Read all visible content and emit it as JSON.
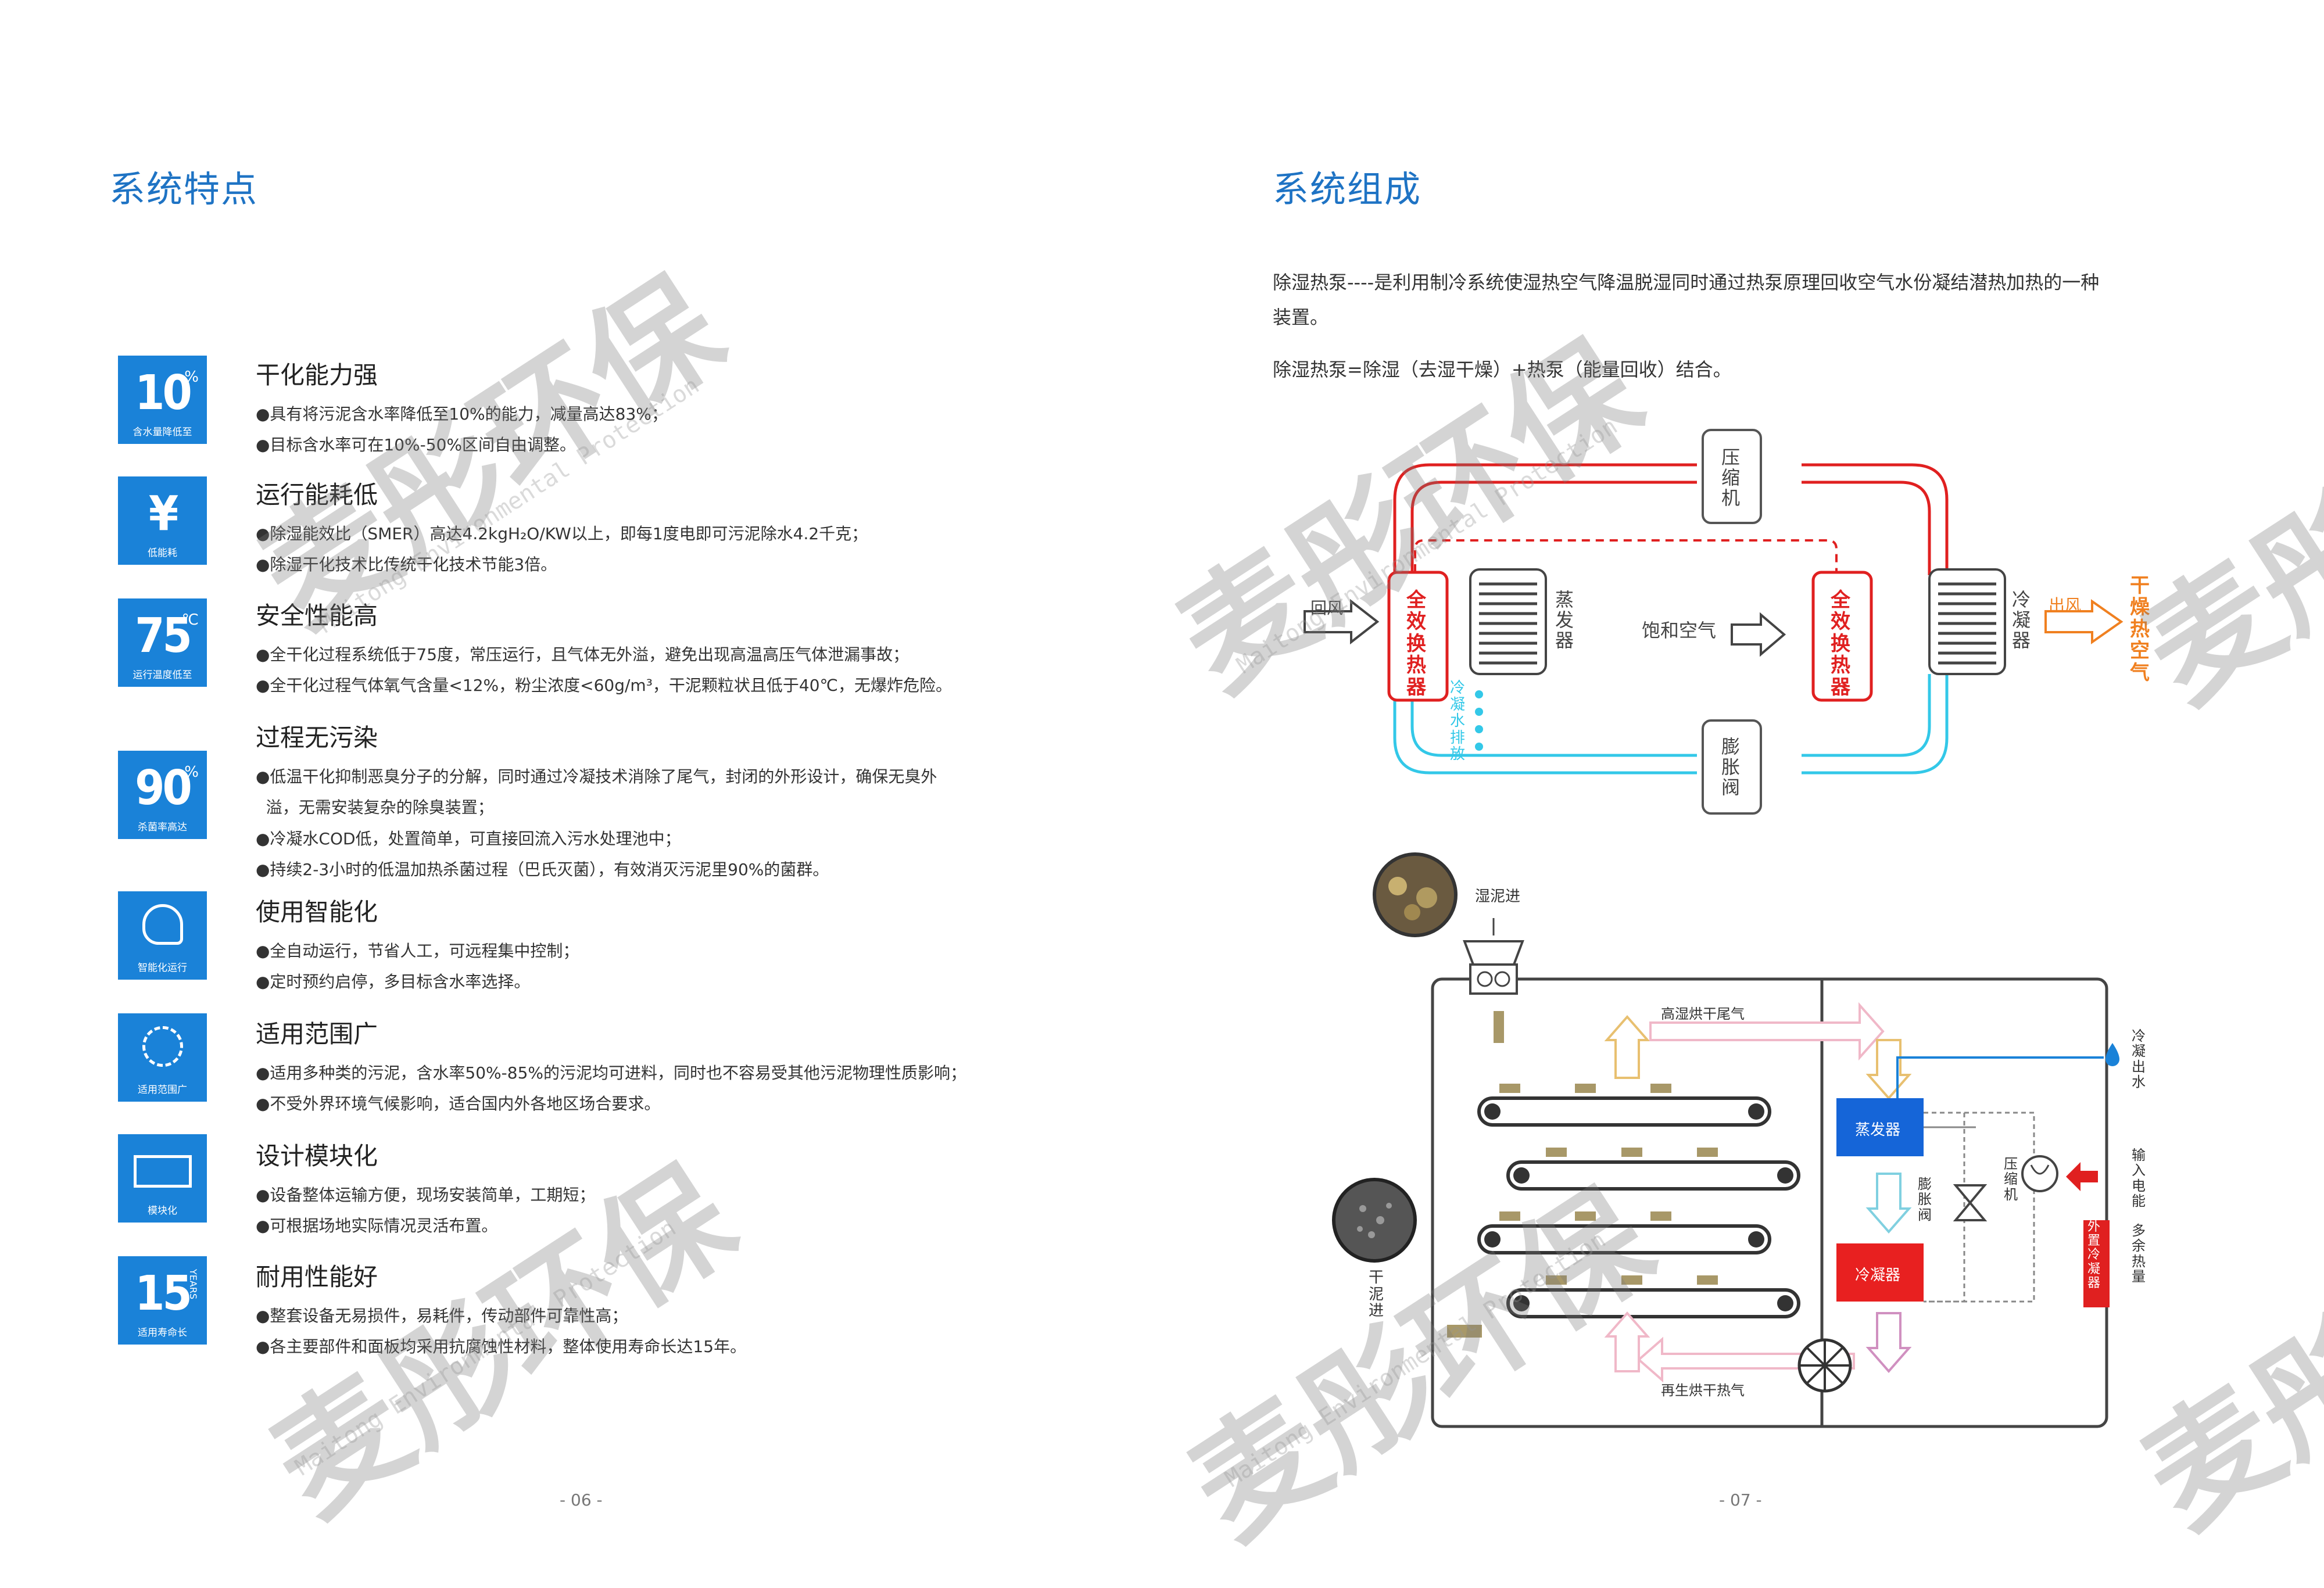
{
  "left": {
    "title": "系统特点",
    "page": "- 06 -",
    "features": [
      {
        "heading": "干化能力强",
        "icon": {
          "big": "10",
          "unit": "%",
          "cap": "含水量降低至"
        },
        "lines": [
          "●具有将污泥含水率降低至10%的能力，减量高达83%；",
          "●目标含水率可在10%-50%区间自由调整。"
        ]
      },
      {
        "heading": "运行能耗低",
        "icon": {
          "big": "¥",
          "unit": "",
          "cap": "低能耗"
        },
        "lines": [
          "●除湿能效比（SMER）高达4.2kgH₂O/KW以上，即每1度电即可污泥除水4.2千克；",
          "●除湿干化技术比传统干化技术节能3倍。"
        ]
      },
      {
        "heading": "安全性能高",
        "icon": {
          "big": "75",
          "unit": "℃",
          "cap": "运行温度低至"
        },
        "lines": [
          "●全干化过程系统低于75度，常压运行，且气体无外溢，避免出现高温高压气体泄漏事故；",
          "●全干化过程气体氧气含量<12%，粉尘浓度<60g/m³，干泥颗粒状且低于40℃，无爆炸危险。"
        ]
      },
      {
        "heading": "过程无污染",
        "icon": {
          "big": "90",
          "unit": "%",
          "cap": "杀菌率高达"
        },
        "lines": [
          "●低温干化抑制恶臭分子的分解，同时通过冷凝技术消除了尾气，封闭的外形设计，确保无臭外",
          "  溢，无需安装复杂的除臭装置；",
          "●冷凝水COD低，处置简单，可直接回流入污水处理池中；",
          "●持续2-3小时的低温加热杀菌过程（巴氏灭菌），有效消灭污泥里90%的菌群。"
        ]
      },
      {
        "heading": "使用智能化",
        "icon": {
          "big": "",
          "unit": "",
          "cap": "智能化运行"
        },
        "lines": [
          "●全自动运行，节省人工，可远程集中控制；",
          "●定时预约启停，多目标含水率选择。"
        ]
      },
      {
        "heading": "适用范围广",
        "icon": {
          "big": "",
          "unit": "",
          "cap": "适用范围广"
        },
        "lines": [
          "●适用多种类的污泥，含水率50%-85%的污泥均可进料，同时也不容易受其他污泥物理性质影响；",
          "●不受外界环境气候影响，适合国内外各地区场合要求。"
        ]
      },
      {
        "heading": "设计模块化",
        "icon": {
          "big": "",
          "unit": "",
          "cap": "模块化"
        },
        "lines": [
          "●设备整体运输方便，现场安装简单，工期短；",
          "●可根据场地实际情况灵活布置。"
        ]
      },
      {
        "heading": "耐用性能好",
        "icon": {
          "big": "15",
          "unit": "YEARS",
          "cap": "适用寿命长"
        },
        "lines": [
          "●整套设备无易损件，易耗件，传动部件可靠性高；",
          "●各主要部件和面板均采用抗腐蚀性材料，整体使用寿命长达15年。"
        ]
      }
    ]
  },
  "right": {
    "title": "系统组成",
    "page": "- 07 -",
    "intro1": "除湿热泵----是利用制冷系统使湿热空气降温脱湿同时通过热泵原理回收空气水份凝结潜热加热的一种",
    "intro1b": "装置。",
    "intro2": "除湿热泵=除湿（去湿干燥）+热泵（能量回收）结合。",
    "diagram1": {
      "compressor": "压缩机",
      "expansion": "膨胀阀",
      "return_air": "回风",
      "hx_left": "全效换热器",
      "evaporator": "蒸发器",
      "saturated": "饱和空气",
      "hx_right": "全效换热器",
      "condenser": "冷凝器",
      "out_air": "出风",
      "dry_hot": "干燥热空气",
      "condensate": "冷凝水排放"
    },
    "diagram2": {
      "wet_in": "湿泥进",
      "dry_out": "干泥进",
      "exhaust": "高湿烘干尾气",
      "regen": "再生烘干热气",
      "evaporator": "蒸发器",
      "condenser": "冷凝器",
      "expansion": "膨胀阀",
      "compressor": "压缩机",
      "water_out": "冷凝出水",
      "power_in": "输入电能",
      "ext_condenser": "外置冷凝器",
      "excess_heat": "多余热量"
    }
  },
  "watermark": {
    "cn": "麦彤环保",
    "en": "Maitong Environmental Protection"
  },
  "colors": {
    "blue": "#1a82d8",
    "title": "#1e73c4",
    "red": "#e02020",
    "cyan": "#33c8e8",
    "orange": "#f08020"
  }
}
